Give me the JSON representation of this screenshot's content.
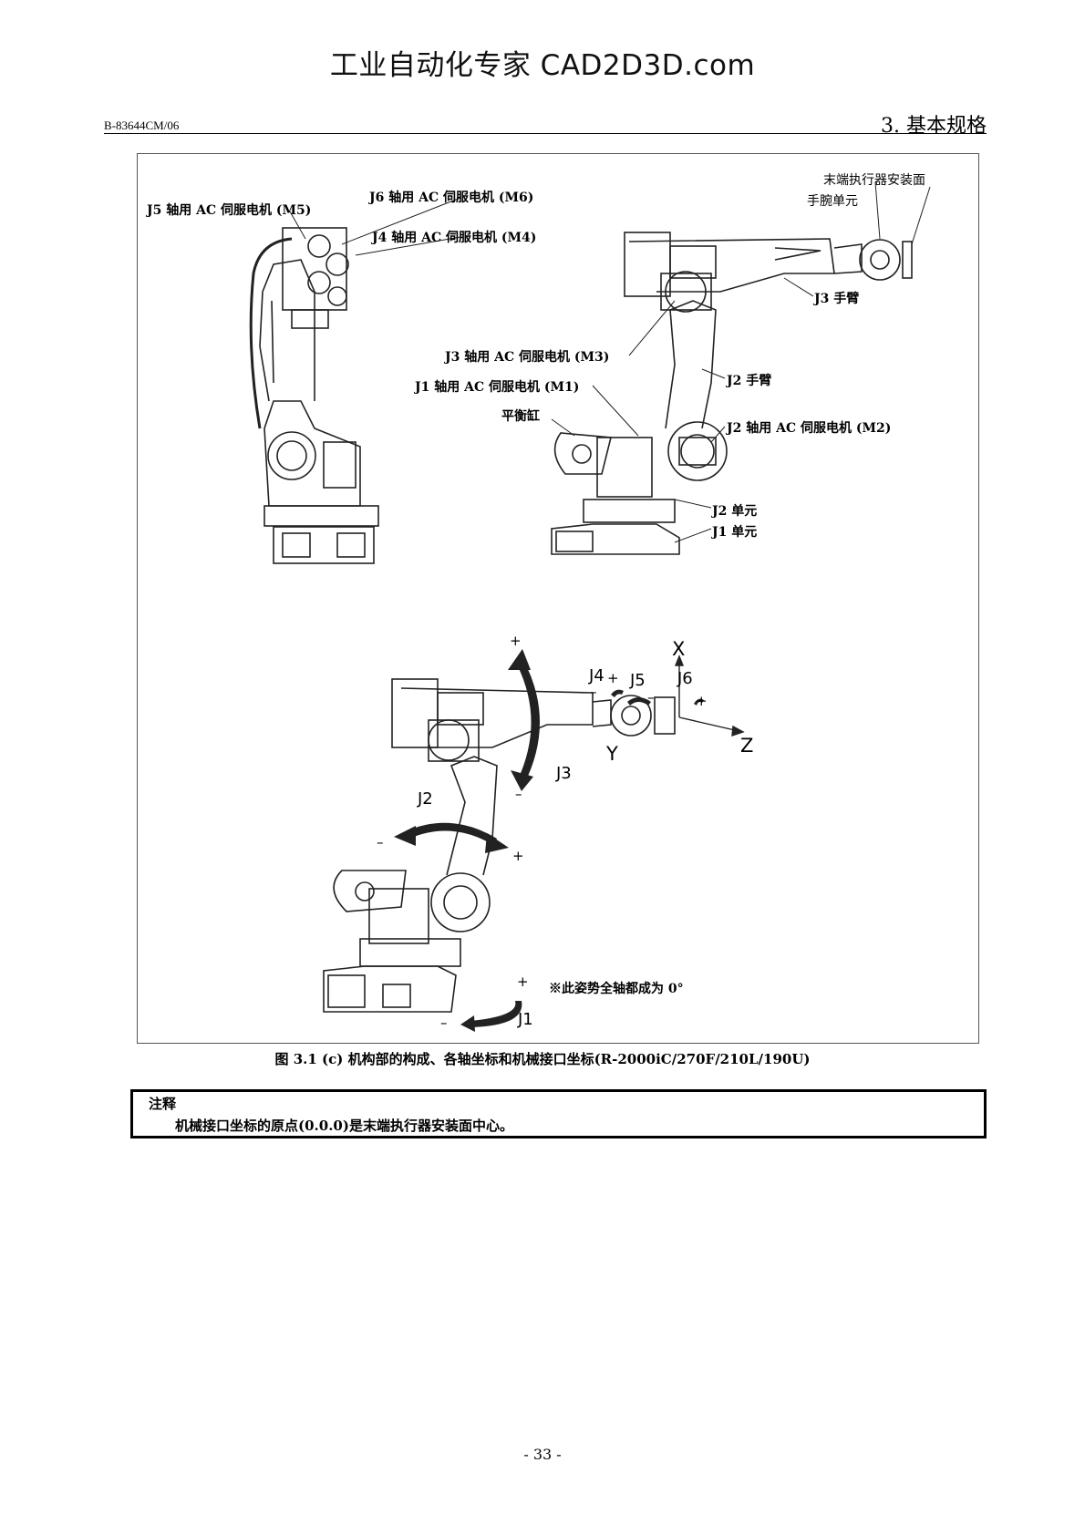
{
  "watermark": "工业自动化专家 CAD2D3D.com",
  "header": {
    "doc_code": "B-83644CM/06",
    "section": "3. 基本规格"
  },
  "figure": {
    "labels": {
      "j5_motor": "J5 轴用 AC 伺服电机 (M5)",
      "j6_motor": "J6 轴用 AC 伺服电机 (M6)",
      "j4_motor": "J4 轴用 AC 伺服电机 (M4)",
      "end_effector": "末端执行器安装面",
      "wrist_unit": "手腕单元",
      "j3_arm": "J3 手臂",
      "j3_motor": "J3 轴用 AC 伺服电机 (M3)",
      "j1_motor": "J1 轴用 AC 伺服电机 (M1)",
      "j2_arm": "J2 手臂",
      "balancer": "平衡缸",
      "j2_motor": "J2 轴用 AC 伺服电机 (M2)",
      "j2_unit": "J2 单元",
      "j1_unit": "J1 单元"
    },
    "axes": {
      "x": "X",
      "y": "Y",
      "z": "Z",
      "j1": "J1",
      "j2": "J2",
      "j3": "J3",
      "j4": "J4",
      "j5": "J5",
      "j6": "J6",
      "plus": "+",
      "minus": "–"
    },
    "zero_note": "※此姿势全轴都成为 0°",
    "caption": "图 3.1 (c)  机构部的构成、各轴坐标和机械接口坐标(R-2000iC/270F/210L/190U)"
  },
  "note": {
    "title": "注释",
    "text": "机械接口坐标的原点(0.0.0)是末端执行器安装面中心。"
  },
  "page_number": "- 33 -"
}
